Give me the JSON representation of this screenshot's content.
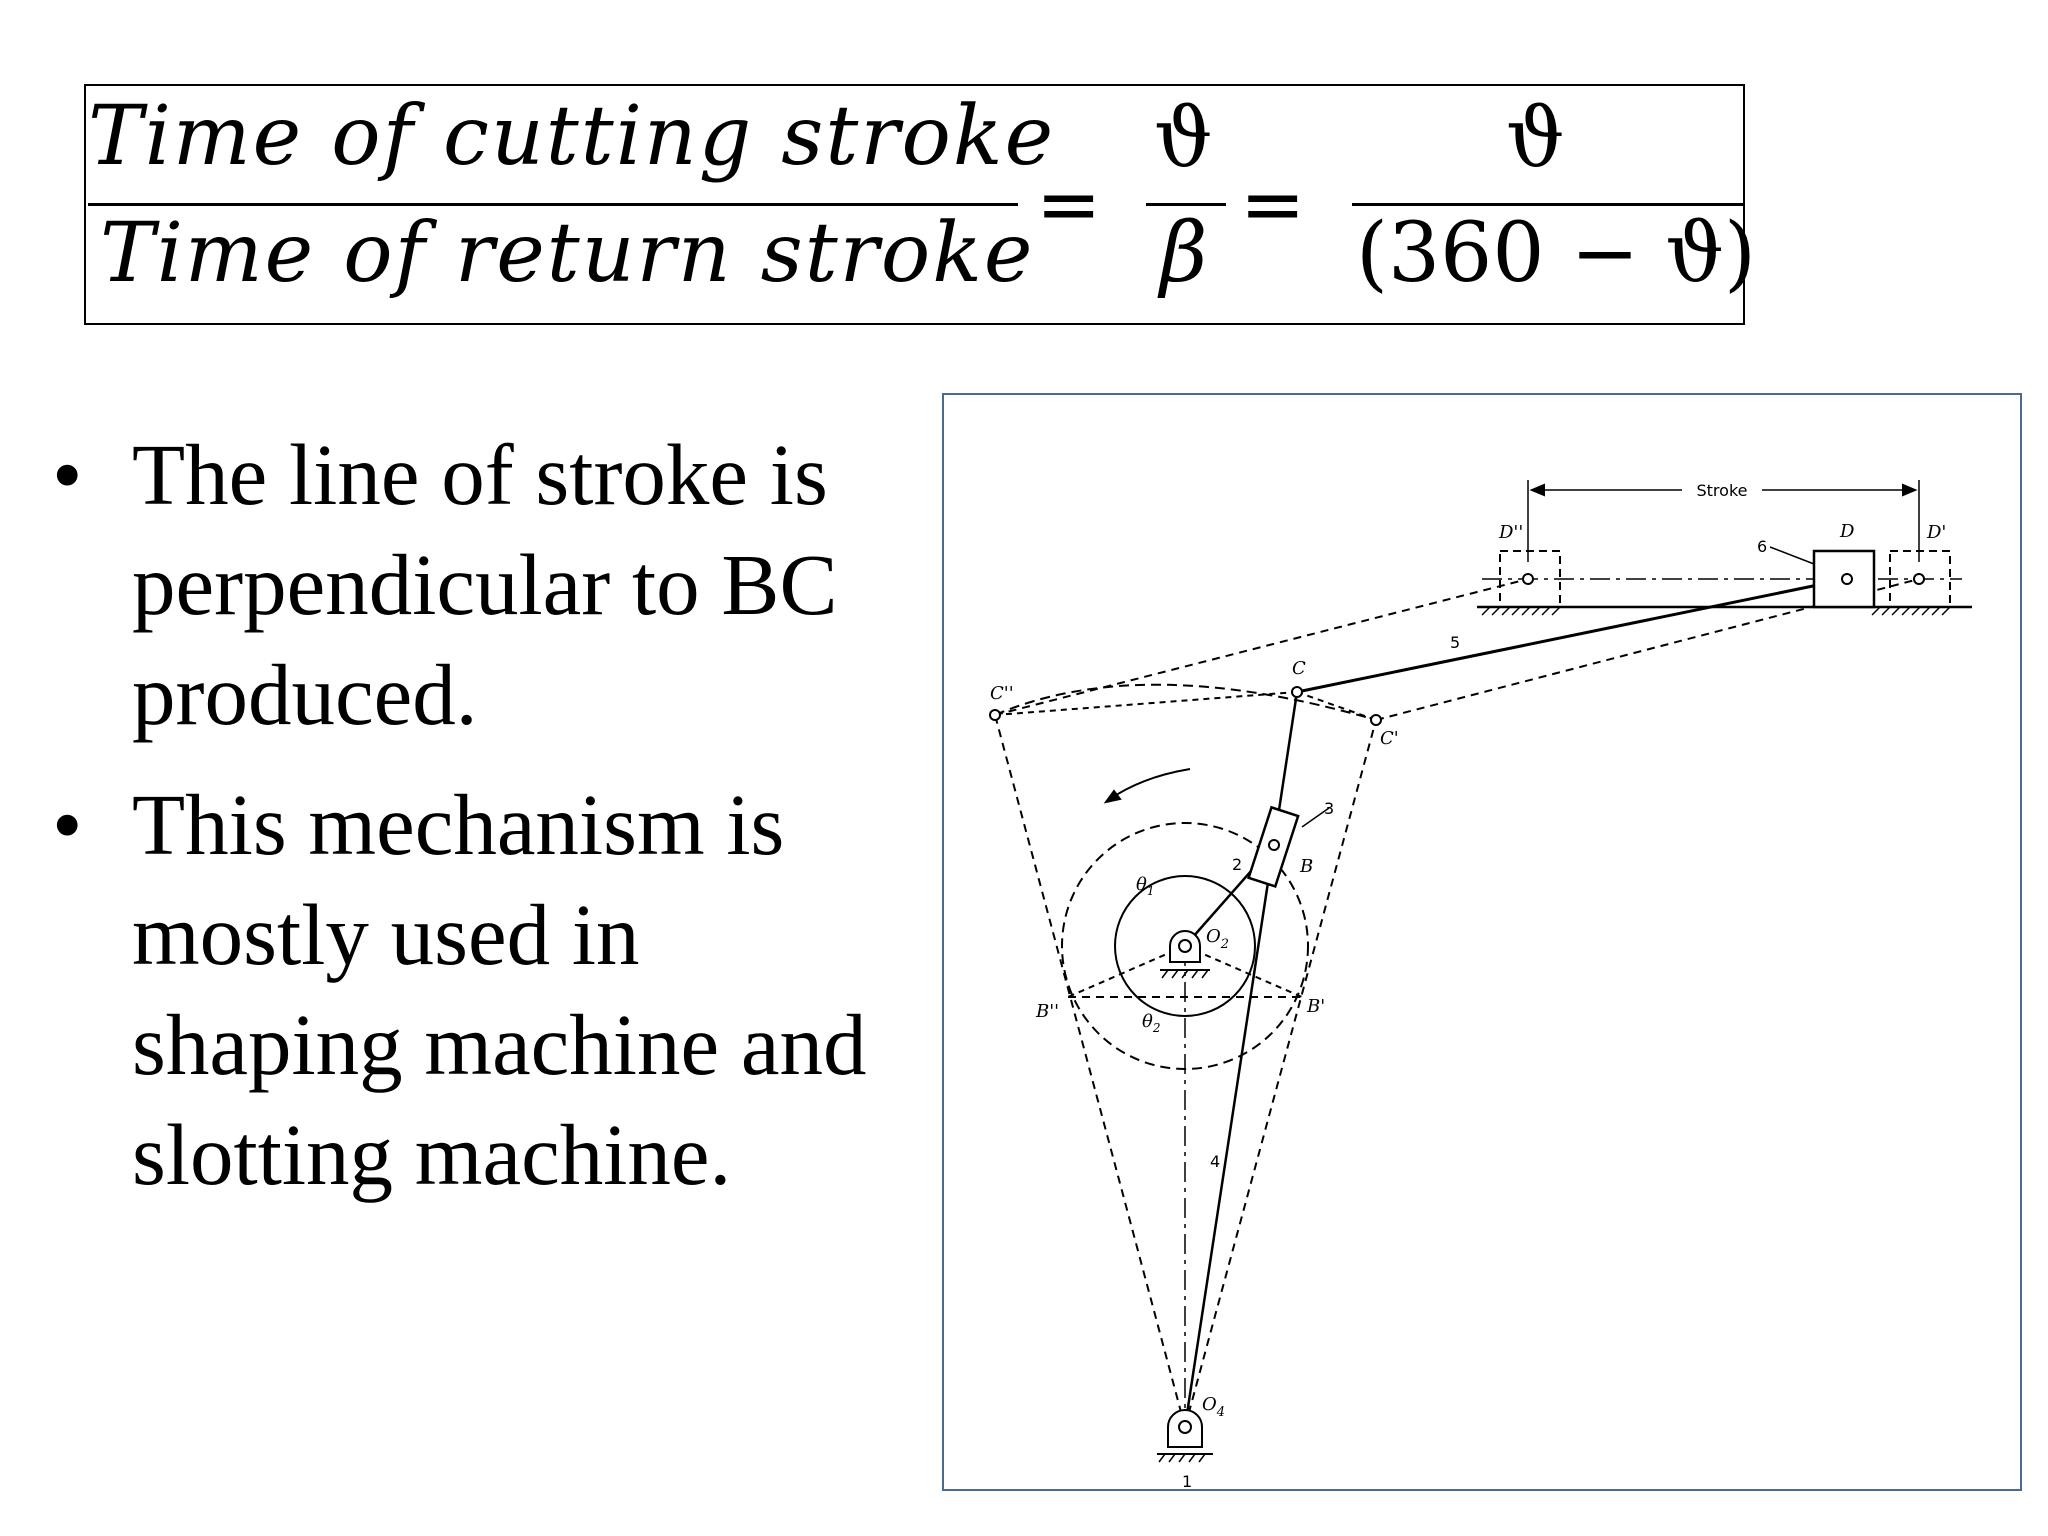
{
  "formula": {
    "numerator": "Time of cutting stroke",
    "denominator": "Time of return stroke",
    "equals": "=",
    "frac2_num": "ϑ",
    "frac2_den": "β",
    "frac3_num": "ϑ",
    "frac3_den": "(360 − ϑ)"
  },
  "bullets": [
    {
      "marker": "•",
      "text": "The line of stroke is perpendicular to BC produced."
    },
    {
      "marker": "•",
      "text": "This mechanism is mostly used in shaping machine and slotting machine."
    }
  ],
  "diagram": {
    "stroke_label": "Stroke",
    "points": {
      "C": "C",
      "C1": "C'",
      "C2": "C''",
      "B": "B",
      "B1": "B'",
      "B2": "B''",
      "D": "D",
      "D1": "D'",
      "D2": "D''",
      "O2": "O",
      "O2_sub": "2",
      "O4": "O",
      "O4_sub": "4",
      "theta1": "θ",
      "theta1_sub": "1",
      "theta2": "θ",
      "theta2_sub": "2"
    },
    "link_numbers": {
      "l1": "1",
      "l2": "2",
      "l3": "3",
      "l4": "4",
      "l5": "5",
      "l6": "6"
    }
  }
}
